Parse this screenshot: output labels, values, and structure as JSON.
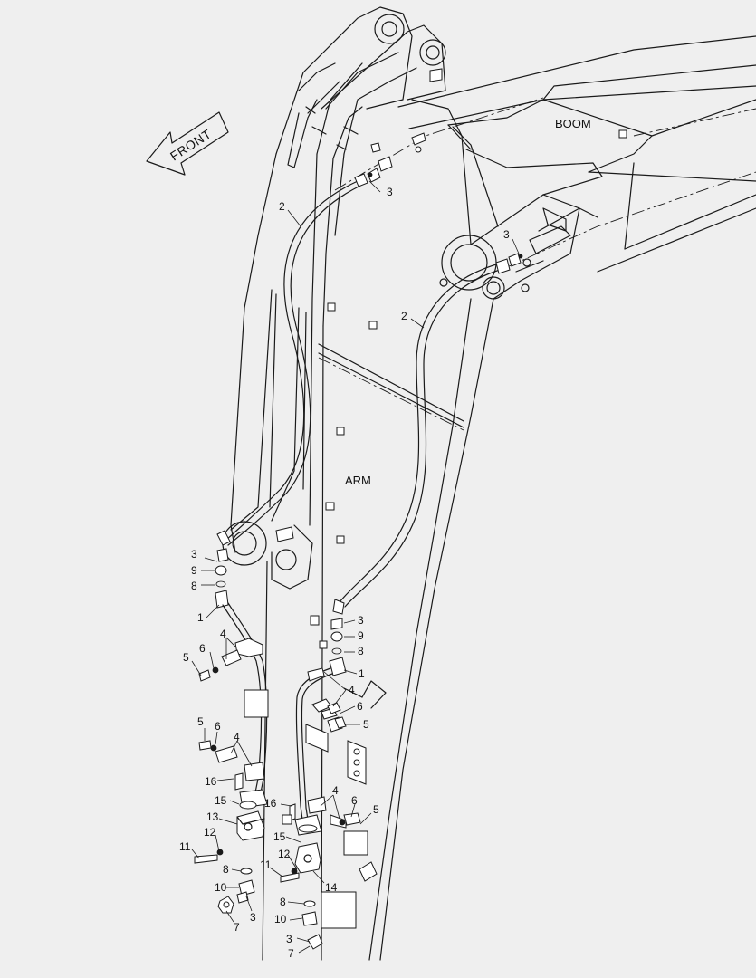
{
  "labels": {
    "front": "FRONT",
    "boom": "BOOM",
    "arm": "ARM"
  },
  "callouts": [
    {
      "id": "c2a",
      "text": "2"
    },
    {
      "id": "c3a",
      "text": "3"
    },
    {
      "id": "c3b",
      "text": "3"
    },
    {
      "id": "c2b",
      "text": "2"
    },
    {
      "id": "c3c",
      "text": "3"
    },
    {
      "id": "c9a",
      "text": "9"
    },
    {
      "id": "c8a",
      "text": "8"
    },
    {
      "id": "c1a",
      "text": "1"
    },
    {
      "id": "c4a",
      "text": "4"
    },
    {
      "id": "c6a",
      "text": "6"
    },
    {
      "id": "c5a",
      "text": "5"
    },
    {
      "id": "c5b",
      "text": "5"
    },
    {
      "id": "c6b",
      "text": "6"
    },
    {
      "id": "c4b",
      "text": "4"
    },
    {
      "id": "c16a",
      "text": "16"
    },
    {
      "id": "c15a",
      "text": "15"
    },
    {
      "id": "c13",
      "text": "13"
    },
    {
      "id": "c12a",
      "text": "12"
    },
    {
      "id": "c11a",
      "text": "11"
    },
    {
      "id": "c8b",
      "text": "8"
    },
    {
      "id": "c10a",
      "text": "10"
    },
    {
      "id": "c3d",
      "text": "3"
    },
    {
      "id": "c7a",
      "text": "7"
    },
    {
      "id": "c3e",
      "text": "3"
    },
    {
      "id": "c9b",
      "text": "9"
    },
    {
      "id": "c8c",
      "text": "8"
    },
    {
      "id": "c1b",
      "text": "1"
    },
    {
      "id": "c4c",
      "text": "4"
    },
    {
      "id": "c6c",
      "text": "6"
    },
    {
      "id": "c5c",
      "text": "5"
    },
    {
      "id": "c16b",
      "text": "16"
    },
    {
      "id": "c4d",
      "text": "4"
    },
    {
      "id": "c6d",
      "text": "6"
    },
    {
      "id": "c5d",
      "text": "5"
    },
    {
      "id": "c15b",
      "text": "15"
    },
    {
      "id": "c12b",
      "text": "12"
    },
    {
      "id": "c11b",
      "text": "11"
    },
    {
      "id": "c14",
      "text": "14"
    },
    {
      "id": "c8d",
      "text": "8"
    },
    {
      "id": "c10b",
      "text": "10"
    },
    {
      "id": "c3f",
      "text": "3"
    },
    {
      "id": "c7b",
      "text": "7"
    }
  ]
}
